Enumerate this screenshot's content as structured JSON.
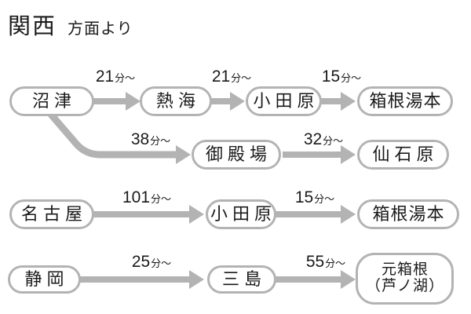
{
  "title": {
    "main": "関西",
    "sub": "方面より"
  },
  "colors": {
    "line_gray": "#b3b3b3",
    "text": "#1a1a1a",
    "background": "#ffffff"
  },
  "diagram": {
    "rows": [
      {
        "stations": [
          {
            "label": "沼津"
          },
          {
            "label": "熱海"
          },
          {
            "label": "小田原"
          },
          {
            "label": "箱根湯本"
          }
        ],
        "times": [
          {
            "value": "21",
            "unit": "分〜"
          },
          {
            "value": "21",
            "unit": "分〜"
          },
          {
            "value": "15",
            "unit": "分〜"
          }
        ]
      },
      {
        "stations": [
          {
            "label": "御殿場"
          },
          {
            "label": "仙石原"
          }
        ],
        "times": [
          {
            "value": "38",
            "unit": "分〜"
          },
          {
            "value": "32",
            "unit": "分〜"
          }
        ]
      },
      {
        "stations": [
          {
            "label": "名古屋"
          },
          {
            "label": "小田原"
          },
          {
            "label": "箱根湯本"
          }
        ],
        "times": [
          {
            "value": "101",
            "unit": "分〜"
          },
          {
            "value": "15",
            "unit": "分〜"
          }
        ]
      },
      {
        "stations": [
          {
            "label": "静岡"
          },
          {
            "label": "三島"
          },
          {
            "label": "元箱根",
            "label2": "（芦ノ湖）"
          }
        ],
        "times": [
          {
            "value": "25",
            "unit": "分〜"
          },
          {
            "value": "55",
            "unit": "分〜"
          }
        ]
      }
    ]
  }
}
